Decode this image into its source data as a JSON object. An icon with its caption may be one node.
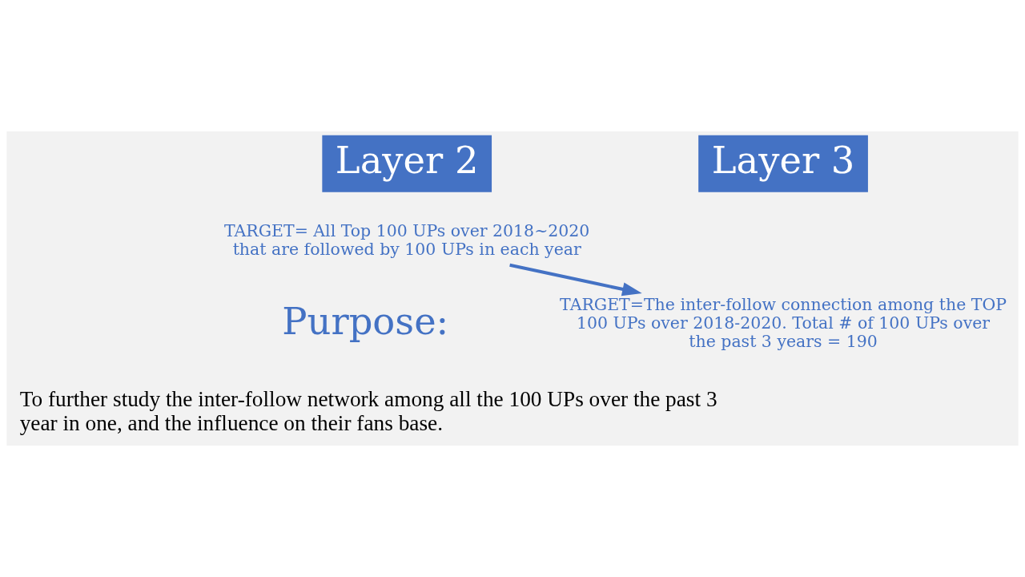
{
  "diagram": {
    "nodes": [
      {
        "text": [
          "Layer 2"
        ]
      },
      {
        "text": [
          "TARGET= All Top 100 UPs over 2018~2020 that are followed by 100 UPs in each year"
        ]
      },
      {
        "text": [
          "Layer 3"
        ]
      },
      {
        "text": [
          "TARGET=The inter-follow connection among the TOP 100 UPs over 2018-2020. Total # of 100 UPs over the past 3 years = 190"
        ]
      }
    ],
    "edges": [
      {
        "from": 1,
        "to": 3,
        "arrow": "to"
      }
    ],
    "labels": [
      "Purpose:",
      "To further study the inter-follow network among all the 100 UPs over the past 3 year in one, and the influence on their fans base."
    ]
  }
}
